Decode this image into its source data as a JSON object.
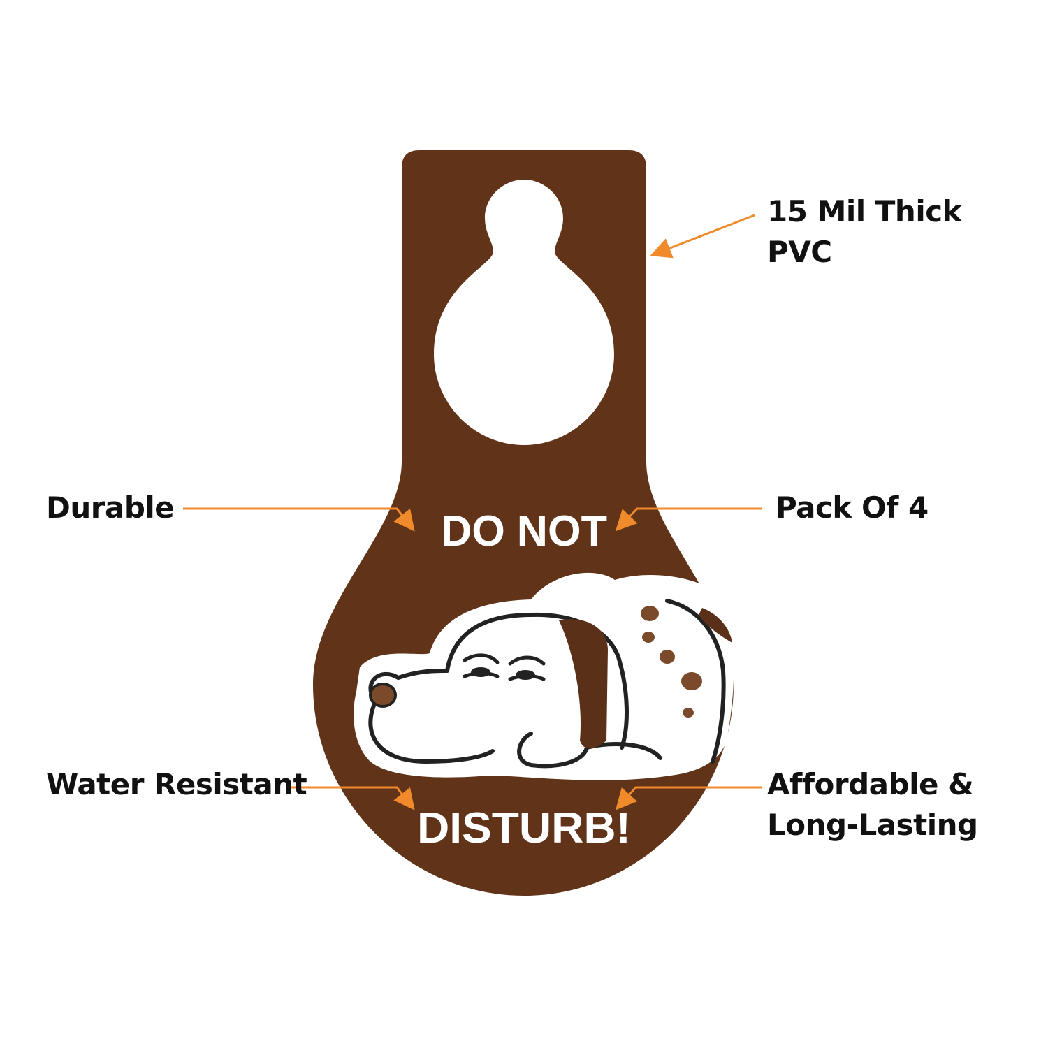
{
  "colors": {
    "hanger": "#613318",
    "arrow": "#f08a2b",
    "text": "#111111",
    "white": "#ffffff"
  },
  "hanger": {
    "line1": "DO NOT",
    "line2": "DISTURB!",
    "illustration": "sleeping-dog-icon"
  },
  "callouts": {
    "thickness": {
      "line1": "15 Mil Thick",
      "line2": "PVC"
    },
    "durable": "Durable",
    "pack": "Pack Of 4",
    "water": "Water Resistant",
    "affordable": {
      "line1": "Affordable &",
      "line2": "Long-Lasting"
    }
  }
}
